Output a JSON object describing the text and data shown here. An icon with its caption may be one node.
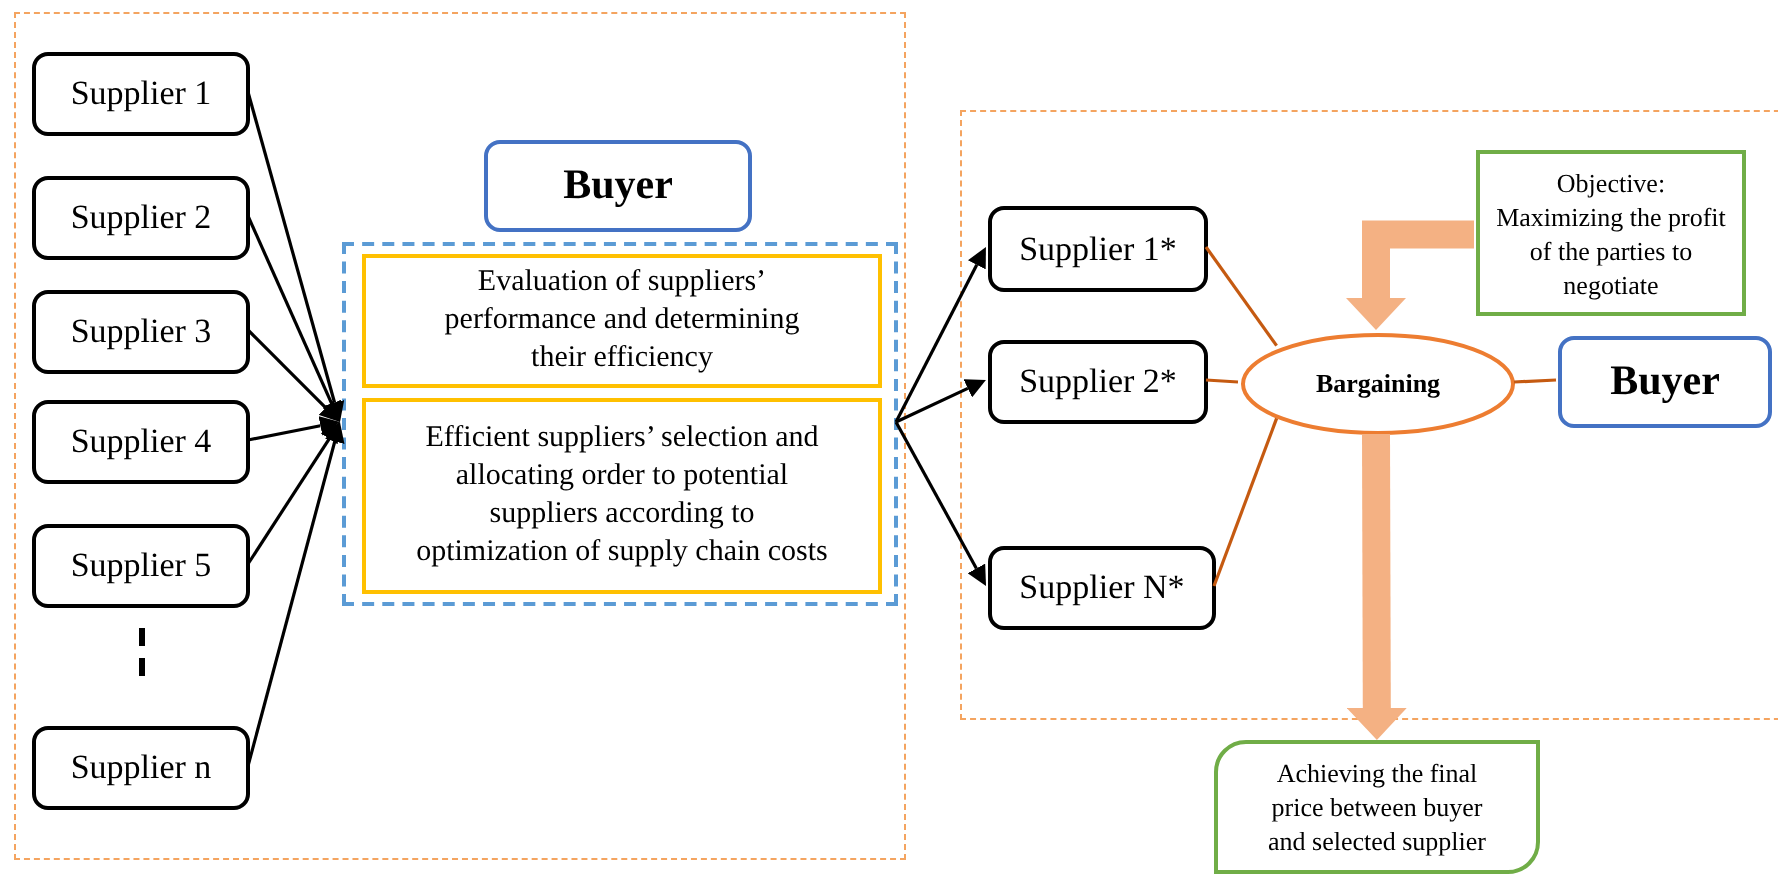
{
  "diagram": {
    "nodes": [
      {
        "text": [],
        "shape": "box"
      },
      {
        "text": [
          "Supplier 1"
        ],
        "in": 0
      },
      {
        "text": [
          "Supplier 2"
        ],
        "in": 0
      },
      {
        "text": [
          "Supplier 3"
        ],
        "in": 0
      },
      {
        "text": [
          "Supplier 4"
        ],
        "in": 0
      },
      {
        "text": [
          "Supplier 5"
        ],
        "in": 0
      },
      {
        "text": [
          "Supplier n"
        ],
        "in": 0
      },
      {
        "text": [
          "Buyer"
        ],
        "in": 0
      },
      {
        "text": [],
        "shape": "box",
        "in": 0
      },
      {
        "text": [
          "Evaluation of suppliers’ performance and determining their efficiency"
        ],
        "in": 8
      },
      {
        "text": [
          "Efficient suppliers’ selection and allocating order to potential suppliers according to optimization of supply chain costs"
        ],
        "in": 8
      },
      {
        "text": [],
        "shape": "box"
      },
      {
        "text": [
          "Supplier 1*"
        ],
        "in": 11
      },
      {
        "text": [
          "Supplier 2*"
        ],
        "in": 11
      },
      {
        "text": [
          "Supplier N*"
        ],
        "in": 11
      },
      {
        "text": [
          "Bargaining"
        ],
        "in": 11
      },
      {
        "text": [
          "Buyer"
        ],
        "in": 11
      },
      {
        "text": [
          "Objective: Maximizing the profit of the parties to negotiate"
        ],
        "in": 11
      },
      {
        "text": [
          "Achieving the final price between buyer and selected supplier"
        ]
      }
    ],
    "edges": [
      {
        "from": 1,
        "to": 8,
        "arrow": "to"
      },
      {
        "from": 2,
        "to": 8,
        "arrow": "to"
      },
      {
        "from": 3,
        "to": 8,
        "arrow": "to"
      },
      {
        "from": 4,
        "to": 8,
        "arrow": "to"
      },
      {
        "from": 5,
        "to": 8,
        "arrow": "to"
      },
      {
        "from": 6,
        "to": 8,
        "arrow": "to"
      },
      {
        "from": 8,
        "to": 12,
        "arrow": "to"
      },
      {
        "from": 8,
        "to": 13,
        "arrow": "to"
      },
      {
        "from": 8,
        "to": 14,
        "arrow": "to"
      },
      {
        "from": 12,
        "to": 15,
        "arrow": "none",
        "color": "#c55a11"
      },
      {
        "from": 13,
        "to": 15,
        "arrow": "none",
        "color": "#c55a11"
      },
      {
        "from": 14,
        "to": 15,
        "arrow": "none",
        "color": "#c55a11"
      },
      {
        "from": 15,
        "to": 16,
        "arrow": "none",
        "color": "#c55a11"
      },
      {
        "from": 17,
        "to": 15,
        "arrow": "to",
        "style": "thick",
        "color": "#f4b183"
      },
      {
        "from": 15,
        "to": 18,
        "arrow": "to",
        "style": "thick",
        "color": "#f4b183"
      }
    ]
  }
}
